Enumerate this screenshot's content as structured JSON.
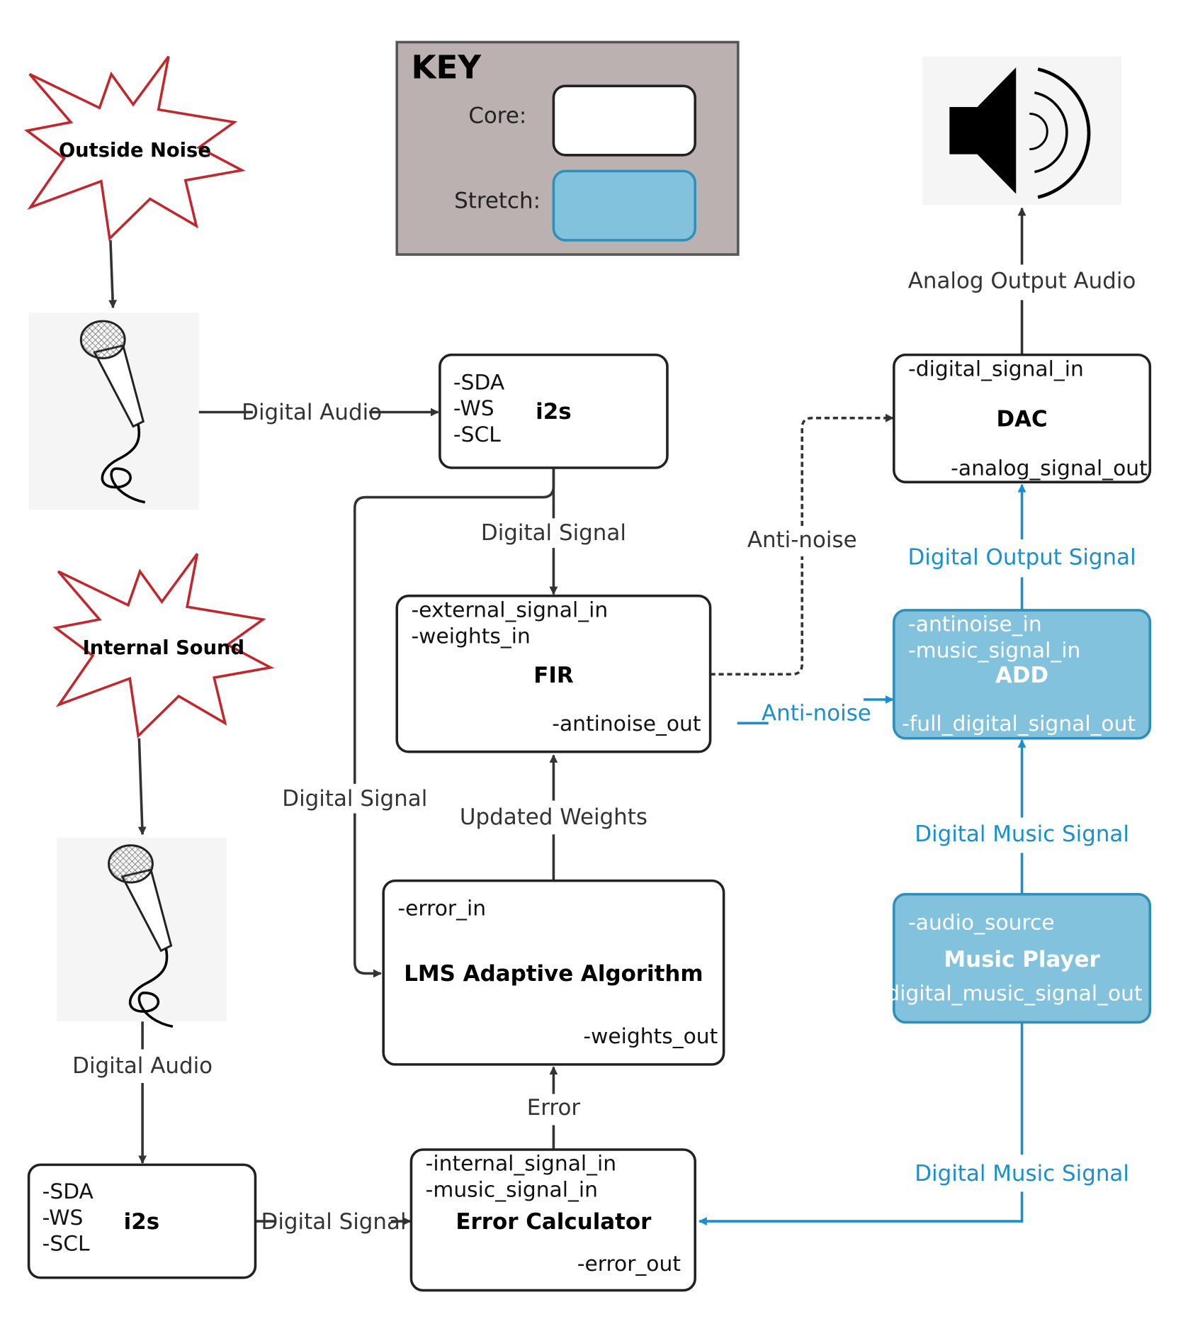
{
  "colors": {
    "core_fill": "#ffffff",
    "stretch_fill": "#83c2dc",
    "stretch_stroke": "#2f8fba",
    "blue_line": "#1a8fcf",
    "dark_line": "#333333",
    "key_bg": "#bbb1b0",
    "burst_stroke": "#c1272d"
  },
  "key": {
    "title": "KEY",
    "core_label": "Core:",
    "stretch_label": "Stretch:"
  },
  "sources": {
    "outside_noise": "Outside Noise",
    "internal_sound": "Internal Sound",
    "microphone_icon": "microphone-icon",
    "speaker_icon": "speaker-icon"
  },
  "blocks": {
    "i2s_top": {
      "title": "i2s",
      "ports": [
        "-SDA",
        "-WS",
        "-SCL"
      ]
    },
    "i2s_bottom": {
      "title": "i2s",
      "ports": [
        "-SDA",
        "-WS",
        "-SCL"
      ]
    },
    "fir": {
      "title": "FIR",
      "in_ports": [
        "-external_signal_in",
        "-weights_in"
      ],
      "out_port": "-antinoise_out"
    },
    "lms": {
      "title": "LMS Adaptive Algorithm",
      "in_port": "-error_in",
      "out_port": "-weights_out"
    },
    "error_calc": {
      "title": "Error Calculator",
      "in_ports": [
        "-internal_signal_in",
        "-music_signal_in"
      ],
      "out_port": "-error_out"
    },
    "dac": {
      "title": "DAC",
      "in_port": "-digital_signal_in",
      "out_port": "-analog_signal_out"
    },
    "add": {
      "title": "ADD",
      "in_ports": [
        "-antinoise_in",
        "-music_signal_in"
      ],
      "out_port": "-full_digital_signal_out"
    },
    "music_player": {
      "title": "Music Player",
      "in_port": "-audio_source",
      "out_port": "-digital_music_signal_out"
    }
  },
  "edges": {
    "digital_audio_top": "Digital Audio",
    "digital_signal_i2s_fir": "Digital Signal",
    "digital_signal_i2s_lms": "Digital Signal",
    "anti_noise_dac": "Anti-noise",
    "anti_noise_add": "Anti-noise",
    "analog_output_audio": "Analog Output Audio",
    "digital_output_signal": "Digital Output Signal",
    "updated_weights": "Updated Weights",
    "digital_music_signal_add": "Digital Music Signal",
    "digital_audio_bottom": "Digital Audio",
    "error": "Error",
    "digital_signal_bottom": "Digital Signal",
    "digital_music_signal_error": "Digital Music Signal"
  }
}
